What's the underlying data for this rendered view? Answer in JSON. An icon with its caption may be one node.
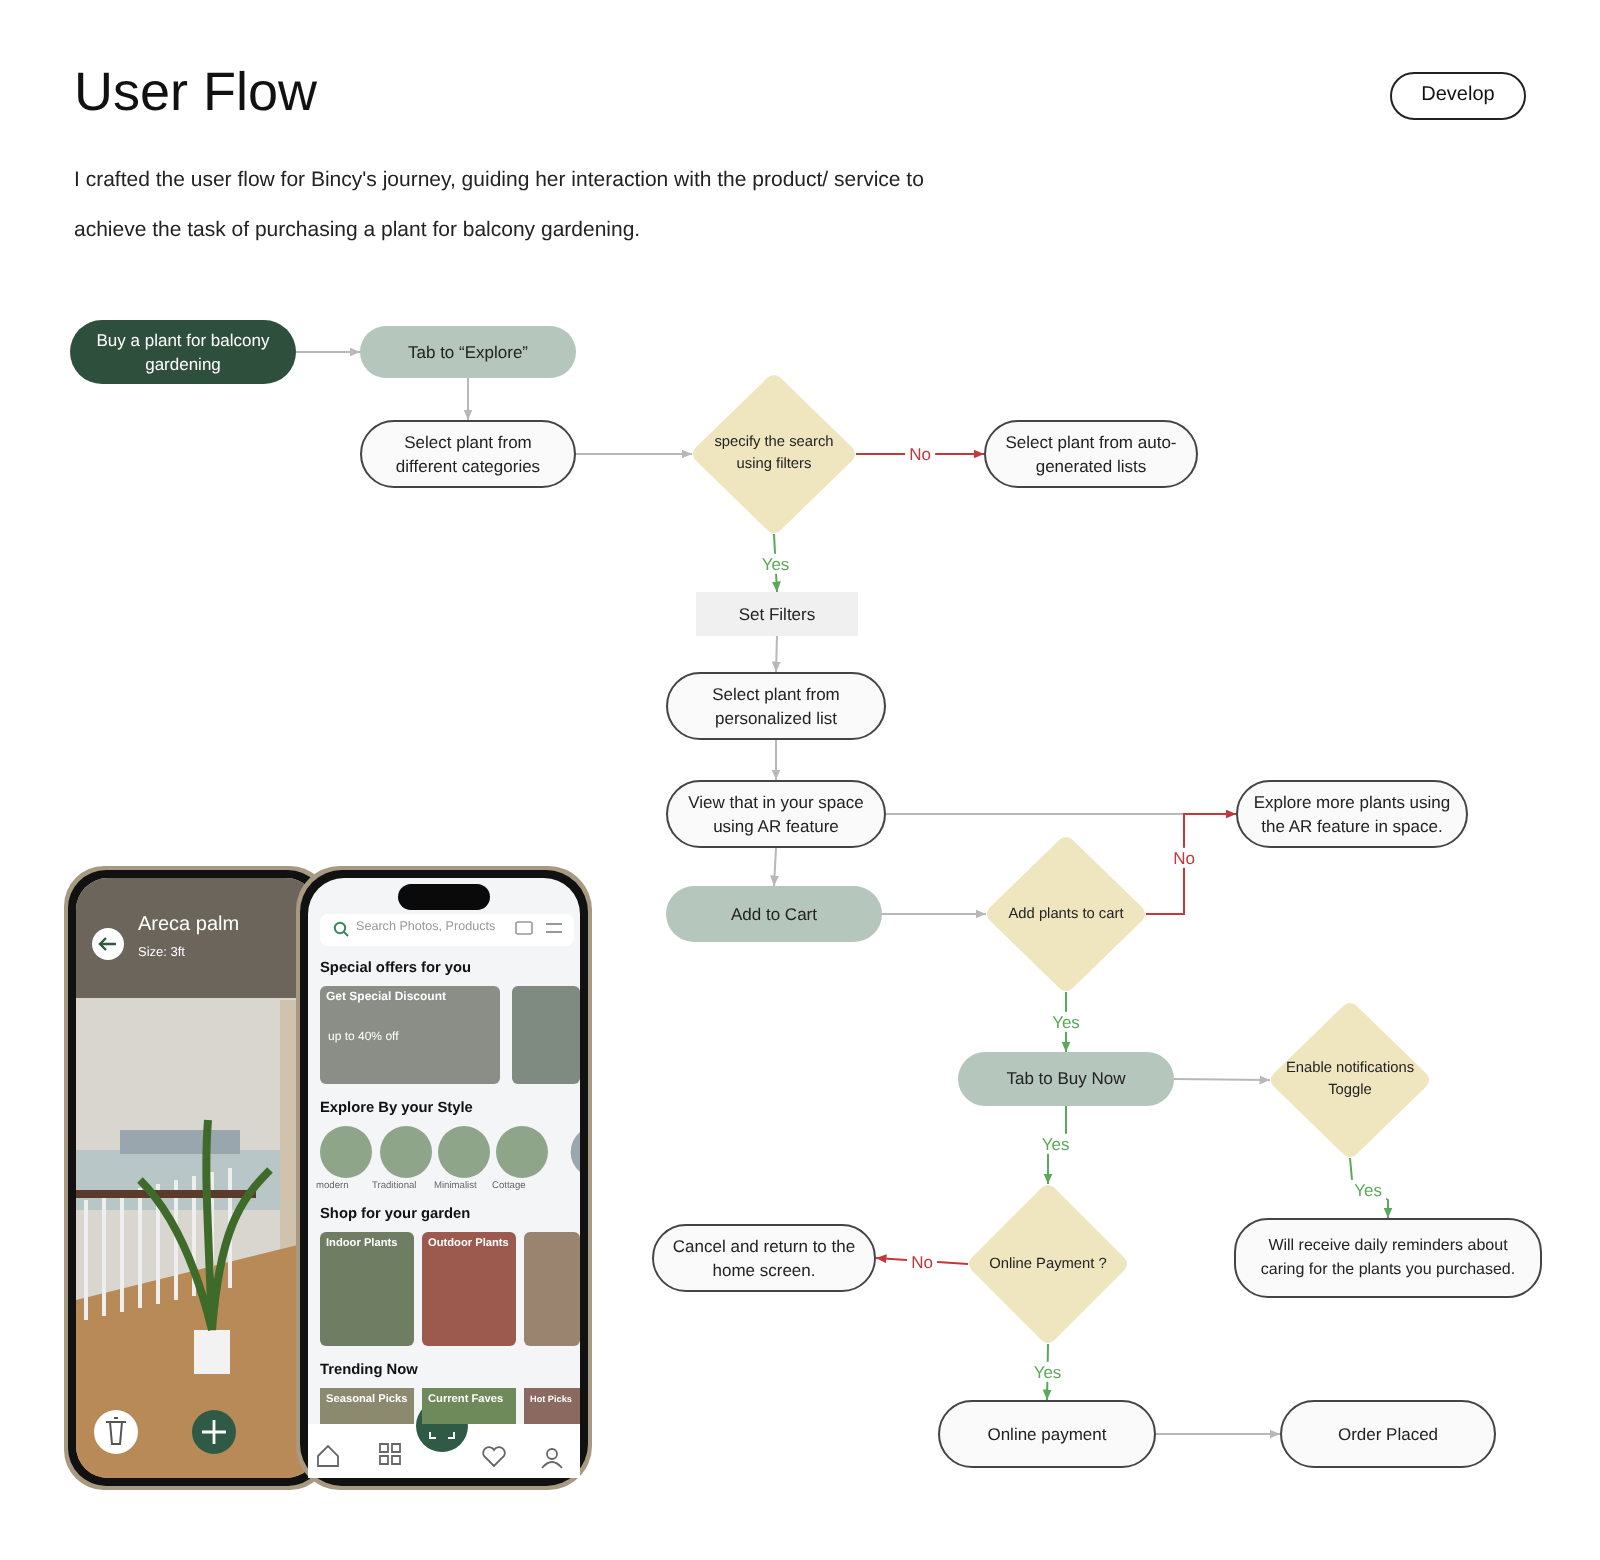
{
  "diagram": {
    "title": "User Flow",
    "nodes": [
      {
        "text": [
          "Buy a plant for balcony gardening"
        ]
      },
      {
        "text": [
          "Tab to “Explore”"
        ]
      },
      {
        "text": [
          "Select plant from different categories"
        ]
      },
      {
        "text": [
          "specify the search using filters"
        ]
      },
      {
        "text": [
          "Select plant from auto-generated lists"
        ]
      },
      {
        "text": [
          "Set Filters"
        ]
      },
      {
        "text": [
          "Select plant from personalized list"
        ]
      },
      {
        "text": [
          "View that in your space using AR feature"
        ]
      },
      {
        "text": [
          "Explore more plants using the AR feature in space."
        ]
      },
      {
        "text": [
          "Add to Cart"
        ]
      },
      {
        "text": [
          "Add plants to cart"
        ]
      },
      {
        "text": [
          "Tab to Buy Now"
        ]
      },
      {
        "text": [
          "Enable notifications Toggle"
        ]
      },
      {
        "text": [
          "Online Payment ?"
        ]
      },
      {
        "text": [
          "Cancel and return to the home screen."
        ]
      },
      {
        "text": [
          "Will receive daily reminders about caring for the plants you purchased."
        ]
      },
      {
        "text": [
          "Online payment"
        ]
      },
      {
        "text": [
          "Order Placed"
        ]
      }
    ],
    "edges": [
      {
        "from": 0,
        "to": 1,
        "arrow": "to"
      },
      {
        "from": 1,
        "to": 2,
        "arrow": "to"
      },
      {
        "from": 2,
        "to": 3,
        "arrow": "to"
      },
      {
        "from": 3,
        "to": 4,
        "arrow": "to",
        "label": "No",
        "color": "#c0393b"
      },
      {
        "from": 3,
        "to": 5,
        "arrow": "to",
        "label": "Yes",
        "color": "#5aa85a"
      },
      {
        "from": 5,
        "to": 6,
        "arrow": "to"
      },
      {
        "from": 6,
        "to": 7,
        "arrow": "to"
      },
      {
        "from": 7,
        "to": 8,
        "arrow": "to"
      },
      {
        "from": 7,
        "to": 9,
        "arrow": "to"
      },
      {
        "from": 9,
        "to": 10,
        "arrow": "to"
      },
      {
        "from": 10,
        "to": 8,
        "arrow": "to",
        "label": "No",
        "color": "#c0393b"
      },
      {
        "from": 10,
        "to": 11,
        "arrow": "to",
        "label": "Yes",
        "color": "#5aa85a"
      },
      {
        "from": 11,
        "to": 12,
        "arrow": "to"
      },
      {
        "from": 11,
        "to": 13,
        "arrow": "to",
        "label": "Yes",
        "color": "#5aa85a"
      },
      {
        "from": 12,
        "to": 15,
        "arrow": "to",
        "label": "Yes",
        "color": "#5aa85a"
      },
      {
        "from": 13,
        "to": 14,
        "arrow": "to",
        "label": "No",
        "color": "#c0393b"
      },
      {
        "from": 13,
        "to": 16,
        "arrow": "to",
        "label": "Yes",
        "color": "#5aa85a"
      },
      {
        "from": 16,
        "to": 17,
        "arrow": "to"
      }
    ],
    "labels": [
      "Develop",
      "I crafted the user flow for Bincy's journey, guiding her interaction with the product/ service to achieve the task of purchasing a plant for balcony gardening.",
      "Areca palm",
      "Size: 3ft",
      "Search Photos, Products",
      "Special offers for you",
      "Get Special Discount",
      "up to 40% off",
      "Explore By your Style",
      "modern",
      "Traditional",
      "Minimalist",
      "Cottage",
      "Shop for your garden",
      "Indoor Plants",
      "Outdoor Plants",
      "Trending Now",
      "Seasonal Picks",
      "Current Faves",
      "Hot Picks"
    ]
  }
}
